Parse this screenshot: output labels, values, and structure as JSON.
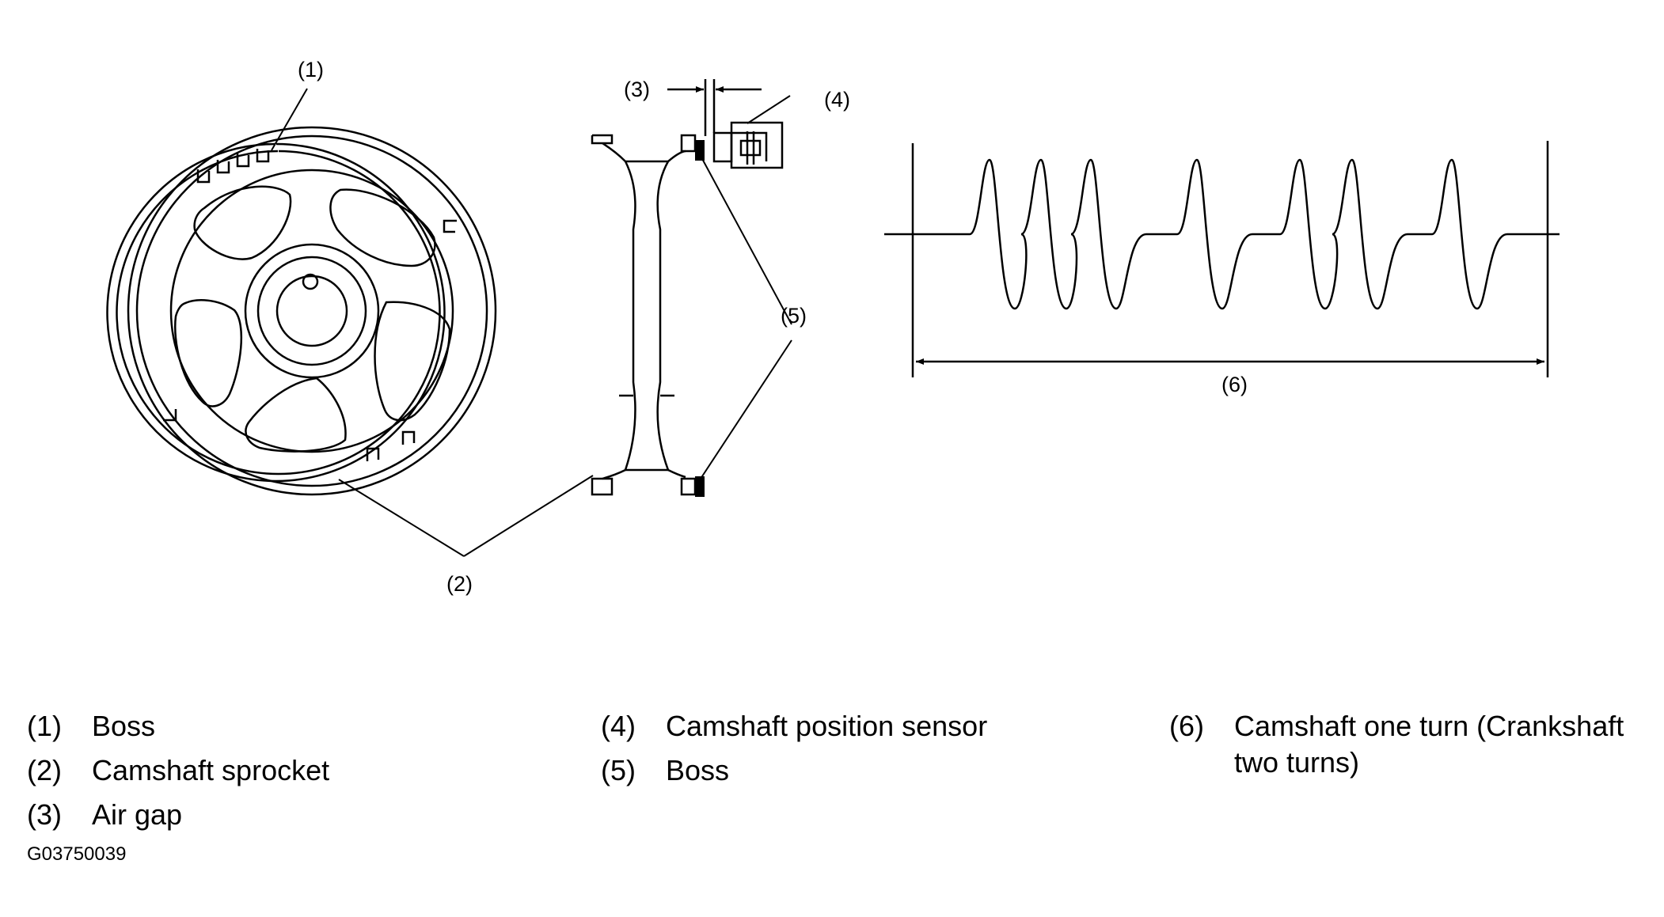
{
  "callouts": {
    "c1": "(1)",
    "c2": "(2)",
    "c3": "(3)",
    "c4": "(4)",
    "c5": "(5)",
    "c6": "(6)"
  },
  "legend": {
    "col1": [
      {
        "num": "(1)",
        "text": "Boss"
      },
      {
        "num": "(2)",
        "text": "Camshaft sprocket"
      },
      {
        "num": "(3)",
        "text": "Air gap"
      }
    ],
    "col2": [
      {
        "num": "(4)",
        "text": "Camshaft position sensor"
      },
      {
        "num": "(5)",
        "text": "Boss"
      }
    ],
    "col3": [
      {
        "num": "(6)",
        "text": "Camshaft one turn (Crankshaft two turns)"
      }
    ]
  },
  "figure_id": "G03750039",
  "colors": {
    "line": "#000000",
    "background": "#ffffff"
  }
}
